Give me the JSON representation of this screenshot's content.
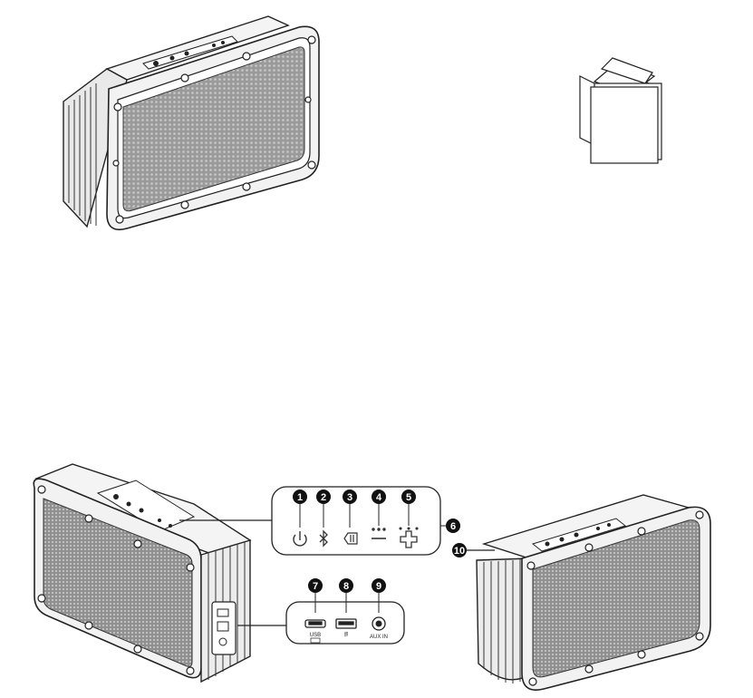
{
  "callouts": [
    "1",
    "2",
    "3",
    "4",
    "5",
    "6",
    "7",
    "8",
    "9",
    "10"
  ],
  "port_labels": {
    "usb": "USB",
    "aux": "AUX IN"
  },
  "icons": {
    "c1": "power-icon",
    "c2": "bluetooth-icon",
    "c3": "battery-icon",
    "c4": "volume-down-icon",
    "c5": "volume-up-icon",
    "c7": "micro-usb-port-icon",
    "c8": "usb-a-port-icon",
    "c9": "aux-jack-icon"
  }
}
